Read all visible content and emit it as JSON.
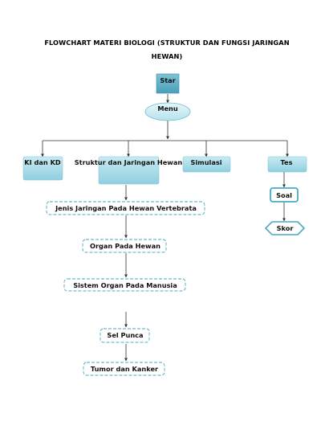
{
  "title": {
    "line1": "FLOWCHART MATERI BIOLOGI (STRUKTUR DAN FUNGSI JARINGAN",
    "line2": "HEWAN)"
  },
  "nodes": {
    "start": "Star",
    "menu": "Menu",
    "ki_kd": "KI dan KD",
    "struktur": "Struktur dan Jaringan Hewan",
    "simulasi": "Simulasi",
    "tes": "Tes",
    "soal": "Soal",
    "skor": "Skor",
    "jenis": "Jenis Jaringan Pada Hewan Vertebrata",
    "organ": "Organ Pada Hewan",
    "sistem": "Sistem Organ Pada Manusia",
    "sel": "Sel Punca",
    "tumor": "Tumor dan Kanker"
  },
  "colors": {
    "start_fill": "#5aaec4",
    "process_fill": "#a8d9e6",
    "menu_fill": "#cfeef4",
    "dashed_border": "#4aaac4",
    "line": "#333333"
  }
}
